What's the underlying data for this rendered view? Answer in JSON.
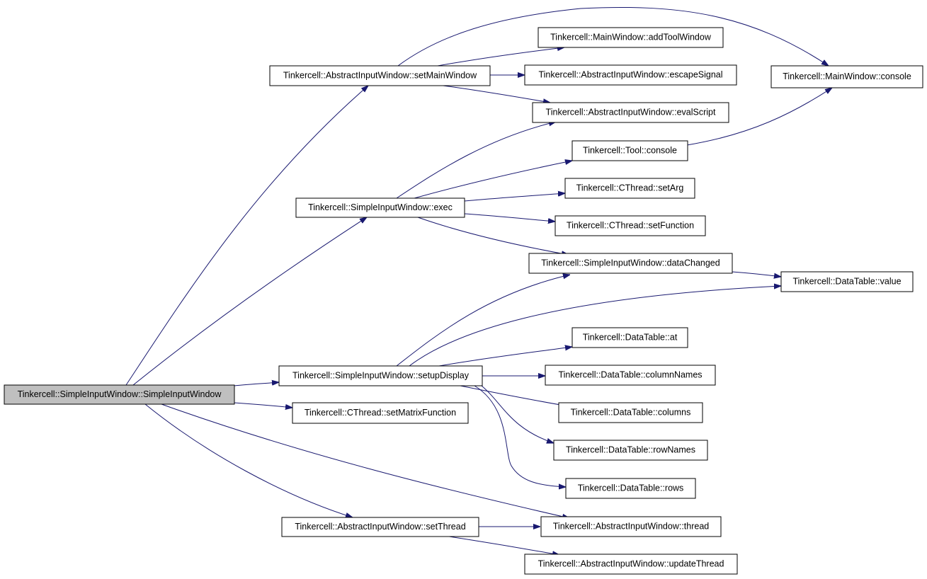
{
  "diagram": {
    "type": "call-graph",
    "colors": {
      "edge": "#191970",
      "root_fill": "#bfbfbf",
      "node_fill": "#ffffff",
      "node_stroke": "#000000"
    },
    "nodes": {
      "root": "Tinkercell::SimpleInputWindow::SimpleInputWindow",
      "setMainWindow": "Tinkercell::AbstractInputWindow::setMainWindow",
      "addToolWindow": "Tinkercell::MainWindow::addToolWindow",
      "escapeSignal": "Tinkercell::AbstractInputWindow::escapeSignal",
      "evalScript": "Tinkercell::AbstractInputWindow::evalScript",
      "mwConsole": "Tinkercell::MainWindow::console",
      "toolConsole": "Tinkercell::Tool::console",
      "exec": "Tinkercell::SimpleInputWindow::exec",
      "setArg": "Tinkercell::CThread::setArg",
      "setFunction": "Tinkercell::CThread::setFunction",
      "dataChanged": "Tinkercell::SimpleInputWindow::dataChanged",
      "value": "Tinkercell::DataTable::value",
      "setupDisplay": "Tinkercell::SimpleInputWindow::setupDisplay",
      "at": "Tinkercell::DataTable::at",
      "columnNames": "Tinkercell::DataTable::columnNames",
      "columns": "Tinkercell::DataTable::columns",
      "rowNames": "Tinkercell::DataTable::rowNames",
      "rows": "Tinkercell::DataTable::rows",
      "setMatrixFunction": "Tinkercell::CThread::setMatrixFunction",
      "setThread": "Tinkercell::AbstractInputWindow::setThread",
      "thread": "Tinkercell::AbstractInputWindow::thread",
      "updateThread": "Tinkercell::AbstractInputWindow::updateThread"
    },
    "edges": [
      [
        "root",
        "setMainWindow"
      ],
      [
        "root",
        "exec"
      ],
      [
        "root",
        "setupDisplay"
      ],
      [
        "root",
        "setMatrixFunction"
      ],
      [
        "root",
        "setThread"
      ],
      [
        "root",
        "thread"
      ],
      [
        "setMainWindow",
        "addToolWindow"
      ],
      [
        "setMainWindow",
        "escapeSignal"
      ],
      [
        "setMainWindow",
        "evalScript"
      ],
      [
        "setMainWindow",
        "mwConsole"
      ],
      [
        "toolConsole",
        "mwConsole"
      ],
      [
        "exec",
        "evalScript"
      ],
      [
        "exec",
        "toolConsole"
      ],
      [
        "exec",
        "setArg"
      ],
      [
        "exec",
        "setFunction"
      ],
      [
        "exec",
        "dataChanged"
      ],
      [
        "dataChanged",
        "value"
      ],
      [
        "setupDisplay",
        "dataChanged"
      ],
      [
        "setupDisplay",
        "value"
      ],
      [
        "setupDisplay",
        "at"
      ],
      [
        "setupDisplay",
        "columnNames"
      ],
      [
        "setupDisplay",
        "columns"
      ],
      [
        "setupDisplay",
        "rowNames"
      ],
      [
        "setupDisplay",
        "rows"
      ],
      [
        "setThread",
        "thread"
      ],
      [
        "setThread",
        "updateThread"
      ]
    ]
  }
}
